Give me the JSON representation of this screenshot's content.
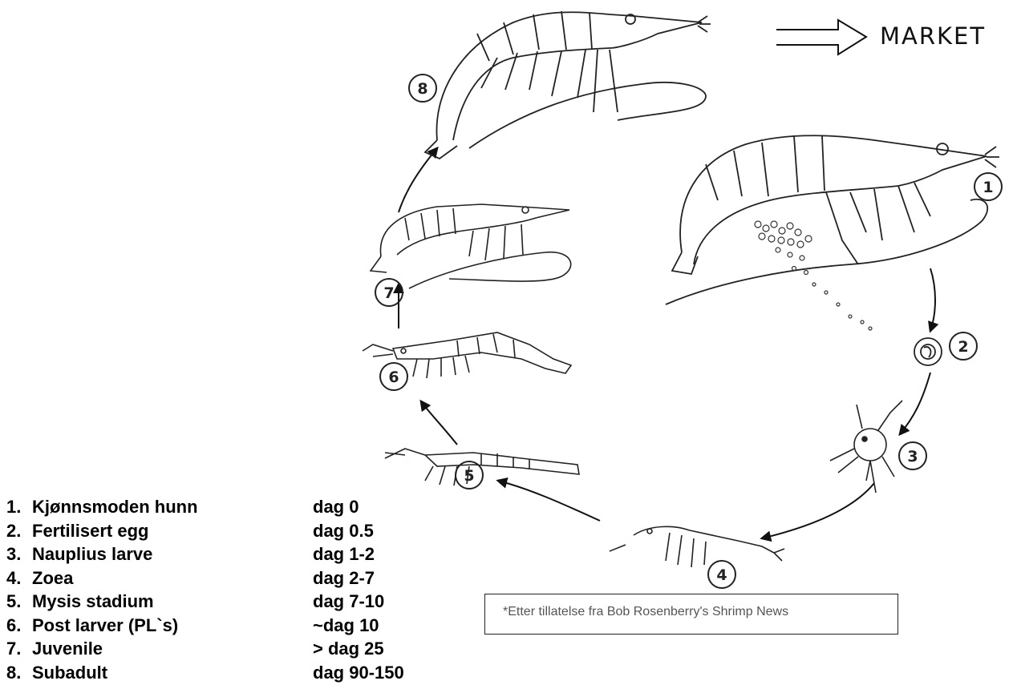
{
  "market_label": "MARKET",
  "stage_markers": [
    "1",
    "2",
    "3",
    "4",
    "5",
    "6",
    "7",
    "8"
  ],
  "stages": [
    {
      "num": "1.",
      "name": "Kjønnsmoden hunn",
      "day": "dag 0"
    },
    {
      "num": "2.",
      "name": "Fertilisert egg",
      "day": "dag 0.5"
    },
    {
      "num": "3.",
      "name": "Nauplius larve",
      "day": "dag 1-2"
    },
    {
      "num": "4.",
      "name": "Zoea",
      "day": "dag 2-7"
    },
    {
      "num": "5.",
      "name": "Mysis stadium",
      "day": "dag 7-10"
    },
    {
      "num": "6.",
      "name": "Post larver (PL`s)",
      "day": "~dag 10"
    },
    {
      "num": "7.",
      "name": "Juvenile",
      "day": "> dag 25"
    },
    {
      "num": "8.",
      "name": "Subadult",
      "day": "dag 90-150"
    }
  ],
  "credit": "*Etter tillatelse fra Bob Rosenberry's Shrimp News"
}
